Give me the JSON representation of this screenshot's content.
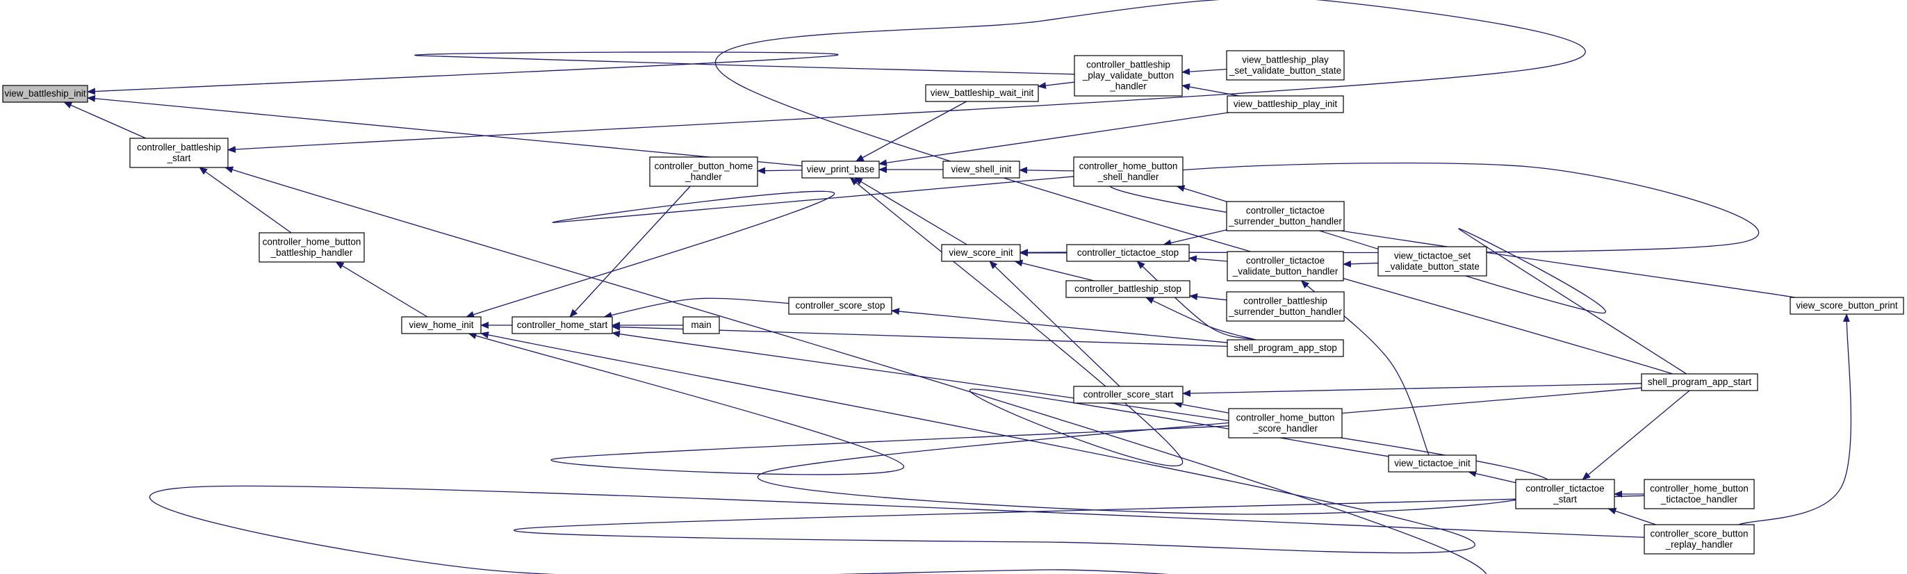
{
  "graph": {
    "title": "",
    "edge_color": "#191970",
    "root_fill": "#bfbfbf",
    "nodes": [
      {
        "id": "view_battleship_init",
        "lines": [
          "view_battleship_init"
        ],
        "root": true
      },
      {
        "id": "controller_battleship_start",
        "lines": [
          "controller_battleship",
          "_start"
        ]
      },
      {
        "id": "controller_home_button_battleship_handler",
        "lines": [
          "controller_home_button",
          "_battleship_handler"
        ]
      },
      {
        "id": "view_home_init",
        "lines": [
          "view_home_init"
        ]
      },
      {
        "id": "controller_home_start",
        "lines": [
          "controller_home_start"
        ]
      },
      {
        "id": "controller_button_home_handler",
        "lines": [
          "controller_button_home",
          "_handler"
        ]
      },
      {
        "id": "main",
        "lines": [
          "main"
        ]
      },
      {
        "id": "controller_score_stop",
        "lines": [
          "controller_score_stop"
        ]
      },
      {
        "id": "view_print_base",
        "lines": [
          "view_print_base"
        ]
      },
      {
        "id": "view_battleship_wait_init",
        "lines": [
          "view_battleship_wait_init"
        ]
      },
      {
        "id": "view_shell_init",
        "lines": [
          "view_shell_init"
        ]
      },
      {
        "id": "view_score_init",
        "lines": [
          "view_score_init"
        ]
      },
      {
        "id": "controller_battleship_play_validate_button_handler",
        "lines": [
          "controller_battleship",
          "_play_validate_button",
          "_handler"
        ]
      },
      {
        "id": "controller_home_button_shell_handler",
        "lines": [
          "controller_home_button",
          "_shell_handler"
        ]
      },
      {
        "id": "controller_tictactoe_stop",
        "lines": [
          "controller_tictactoe_stop"
        ]
      },
      {
        "id": "controller_battleship_stop",
        "lines": [
          "controller_battleship_stop"
        ]
      },
      {
        "id": "controller_score_start",
        "lines": [
          "controller_score_start"
        ]
      },
      {
        "id": "view_battleship_play_set_validate_button_state",
        "lines": [
          "view_battleship_play",
          "_set_validate_button_state"
        ]
      },
      {
        "id": "view_battleship_play_init",
        "lines": [
          "view_battleship_play_init"
        ]
      },
      {
        "id": "controller_tictactoe_surrender_button_handler",
        "lines": [
          "controller_tictactoe",
          "_surrender_button_handler"
        ]
      },
      {
        "id": "controller_tictactoe_validate_button_handler",
        "lines": [
          "controller_tictactoe",
          "_validate_button_handler"
        ]
      },
      {
        "id": "controller_battleship_surrender_button_handler",
        "lines": [
          "controller_battleship",
          "_surrender_button_handler"
        ]
      },
      {
        "id": "shell_program_app_stop",
        "lines": [
          "shell_program_app_stop"
        ]
      },
      {
        "id": "controller_home_button_score_handler",
        "lines": [
          "controller_home_button",
          "_score_handler"
        ]
      },
      {
        "id": "view_tictactoe_init",
        "lines": [
          "view_tictactoe_init"
        ]
      },
      {
        "id": "view_tictactoe_set_validate_button_state",
        "lines": [
          "view_tictactoe_set",
          "_validate_button_state"
        ]
      },
      {
        "id": "controller_tictactoe_start",
        "lines": [
          "controller_tictactoe",
          "_start"
        ]
      },
      {
        "id": "shell_program_app_start",
        "lines": [
          "shell_program_app_start"
        ]
      },
      {
        "id": "view_score_button_print",
        "lines": [
          "view_score_button_print"
        ]
      },
      {
        "id": "controller_home_button_tictactoe_handler",
        "lines": [
          "controller_home_button",
          "_tictactoe_handler"
        ]
      },
      {
        "id": "controller_score_button_replay_handler",
        "lines": [
          "controller_score_button",
          "_replay_handler"
        ]
      }
    ],
    "edges": [
      {
        "from": "controller_battleship_start",
        "to": "view_battleship_init"
      },
      {
        "from": "view_print_base",
        "to": "view_battleship_init"
      },
      {
        "from": "controller_battleship_play_validate_button_handler",
        "to": "view_battleship_init"
      },
      {
        "from": "controller_home_button_battleship_handler",
        "to": "controller_battleship_start"
      },
      {
        "from": "shell_program_app_start",
        "to": "controller_battleship_start"
      },
      {
        "from": "controller_score_button_replay_handler",
        "to": "controller_battleship_start"
      },
      {
        "from": "view_home_init",
        "to": "controller_home_button_battleship_handler"
      },
      {
        "from": "controller_home_start",
        "to": "view_home_init"
      },
      {
        "from": "controller_home_button_shell_handler",
        "to": "view_home_init"
      },
      {
        "from": "controller_home_button_score_handler",
        "to": "view_home_init"
      },
      {
        "from": "controller_home_button_tictactoe_handler",
        "to": "view_home_init"
      },
      {
        "from": "controller_button_home_handler",
        "to": "controller_home_start"
      },
      {
        "from": "main",
        "to": "controller_home_start"
      },
      {
        "from": "controller_score_stop",
        "to": "controller_home_start"
      },
      {
        "from": "shell_program_app_stop",
        "to": "controller_home_start"
      },
      {
        "from": "shell_program_app_start",
        "to": "controller_home_start"
      },
      {
        "from": "view_print_base",
        "to": "controller_button_home_handler"
      },
      {
        "from": "shell_program_app_stop",
        "to": "controller_score_stop"
      },
      {
        "from": "view_battleship_wait_init",
        "to": "view_print_base"
      },
      {
        "from": "view_shell_init",
        "to": "view_print_base"
      },
      {
        "from": "view_score_init",
        "to": "view_print_base"
      },
      {
        "from": "view_battleship_play_init",
        "to": "view_print_base"
      },
      {
        "from": "view_tictactoe_init",
        "to": "view_print_base"
      },
      {
        "from": "controller_battleship_play_validate_button_handler",
        "to": "view_battleship_wait_init"
      },
      {
        "from": "controller_home_button_shell_handler",
        "to": "view_shell_init"
      },
      {
        "from": "controller_tictactoe_stop",
        "to": "view_score_init"
      },
      {
        "from": "controller_battleship_stop",
        "to": "view_score_init"
      },
      {
        "from": "controller_score_start",
        "to": "view_score_init"
      },
      {
        "from": "view_score_button_print",
        "to": "view_score_init"
      },
      {
        "from": "view_battleship_play_set_validate_button_state",
        "to": "controller_battleship_play_validate_button_handler"
      },
      {
        "from": "view_battleship_play_init",
        "to": "controller_battleship_play_validate_button_handler"
      },
      {
        "from": "shell_program_app_start",
        "to": "controller_home_button_shell_handler"
      },
      {
        "from": "controller_tictactoe_surrender_button_handler",
        "to": "controller_tictactoe_stop"
      },
      {
        "from": "controller_tictactoe_validate_button_handler",
        "to": "controller_tictactoe_stop"
      },
      {
        "from": "shell_program_app_stop",
        "to": "controller_tictactoe_stop"
      },
      {
        "from": "controller_battleship_surrender_button_handler",
        "to": "controller_battleship_stop"
      },
      {
        "from": "shell_program_app_stop",
        "to": "controller_battleship_stop"
      },
      {
        "from": "shell_program_app_start",
        "to": "controller_score_start"
      },
      {
        "from": "controller_home_button_score_handler",
        "to": "controller_score_start"
      },
      {
        "from": "view_tictactoe_set_validate_button_state",
        "to": "controller_tictactoe_validate_button_handler"
      },
      {
        "from": "view_tictactoe_init",
        "to": "controller_tictactoe_validate_button_handler"
      },
      {
        "from": "controller_tictactoe_start",
        "to": "view_tictactoe_init"
      },
      {
        "from": "shell_program_app_start",
        "to": "controller_tictactoe_start"
      },
      {
        "from": "controller_home_button_tictactoe_handler",
        "to": "controller_tictactoe_start"
      },
      {
        "from": "controller_score_button_replay_handler",
        "to": "controller_tictactoe_start"
      },
      {
        "from": "controller_score_button_replay_handler",
        "to": "view_score_button_print"
      }
    ]
  }
}
